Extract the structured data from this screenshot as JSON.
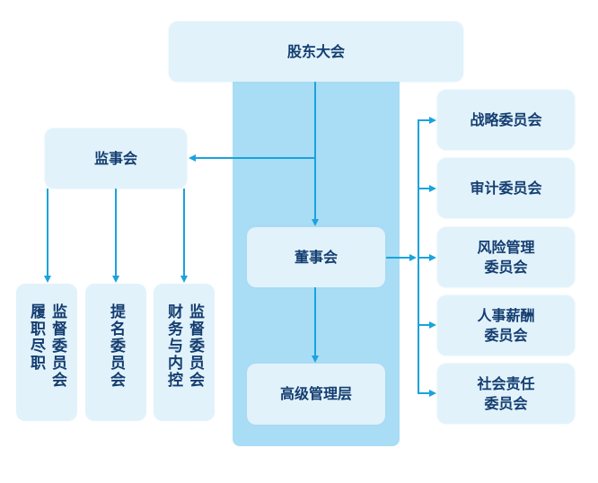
{
  "diagram": {
    "title": "公司治理结构",
    "colors": {
      "node_fill": "#e1f2fb",
      "column_fill": "#a9dcf5",
      "connector": "#1aa3dd",
      "text": "#143d70"
    },
    "shareholders": {
      "label": "股东大会"
    },
    "supervisory_board": {
      "label": "监事会"
    },
    "board": {
      "label": "董事会"
    },
    "senior_management": {
      "label": "高级管理层"
    },
    "supervisory_committees": [
      {
        "lines": [
          "监督委员会",
          "履职尽职"
        ]
      },
      {
        "lines": [
          "提名委员会"
        ]
      },
      {
        "lines": [
          "监督委员会",
          "财务与内控"
        ]
      }
    ],
    "board_committees": [
      {
        "lines": [
          "战略委员会"
        ]
      },
      {
        "lines": [
          "审计委员会"
        ]
      },
      {
        "lines": [
          "风险管理",
          "委员会"
        ]
      },
      {
        "lines": [
          "人事薪酬",
          "委员会"
        ]
      },
      {
        "lines": [
          "社会责任",
          "委员会"
        ]
      }
    ]
  }
}
